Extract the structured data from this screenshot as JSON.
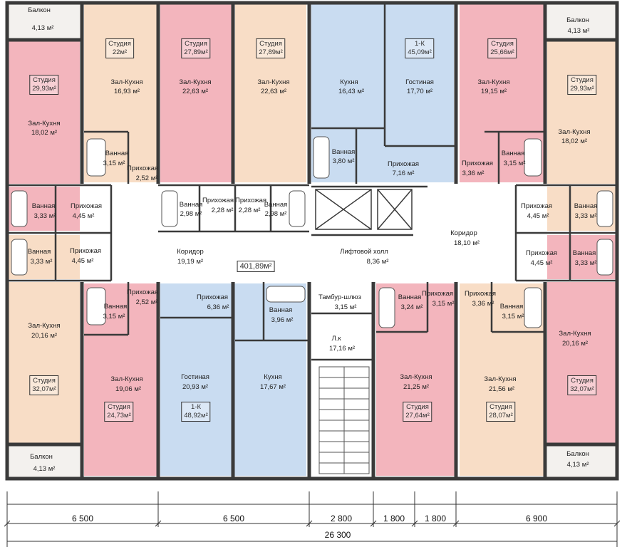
{
  "colors": {
    "studio_pink": "#f3b5bd",
    "studio_peach": "#f8ddc6",
    "one_room_blue": "#c9dcf1",
    "common_white": "#ffffff",
    "balcony_gray": "#f3f1ee",
    "wall": "#3a3a3a"
  },
  "total_area": "401,89м²",
  "rooms": [
    {
      "name": "Балкон",
      "area": "4,13 м²"
    },
    {
      "name": "Студия",
      "area": "29,93м²"
    },
    {
      "name": "Зал-Кухня",
      "area": "18,02 м²"
    },
    {
      "name": "Студия",
      "area": "22м²"
    },
    {
      "name": "Зал-Кухня",
      "area": "16,93 м²"
    },
    {
      "name": "Ванная",
      "area": "3,15 м²"
    },
    {
      "name": "Прихожая",
      "area": "2,52 м²"
    },
    {
      "name": "Студия",
      "area": "27,89м²"
    },
    {
      "name": "Зал-Кухня",
      "area": "22,63 м²"
    },
    {
      "name": "Студия",
      "area": "27,89м²"
    },
    {
      "name": "Зал-Кухня",
      "area": "22,63 м²"
    },
    {
      "name": "Кухня",
      "area": "16,43 м²"
    },
    {
      "name": "1-К",
      "area": "45,09м²"
    },
    {
      "name": "Гостиная",
      "area": "17,70 м²"
    },
    {
      "name": "Ванная",
      "area": "3,80 м²"
    },
    {
      "name": "Прихожая",
      "area": "7,16 м²"
    },
    {
      "name": "Студия",
      "area": "25,66м²"
    },
    {
      "name": "Зал-Кухня",
      "area": "19,15 м²"
    },
    {
      "name": "Ванная",
      "area": "3,15 м²"
    },
    {
      "name": "Прихожая",
      "area": "3,36 м²"
    },
    {
      "name": "Балкон",
      "area": "4,13 м²"
    },
    {
      "name": "Студия",
      "area": "29,93м²"
    },
    {
      "name": "Зал-Кухня",
      "area": "18,02 м²"
    },
    {
      "name": "Ванная",
      "area": "3,33 м²"
    },
    {
      "name": "Прихожая",
      "area": "4,45 м²"
    },
    {
      "name": "Ванная",
      "area": "2,98 м²"
    },
    {
      "name": "Прихожая",
      "area": "2,28 м²"
    },
    {
      "name": "Прихожая",
      "area": "2,28 м²"
    },
    {
      "name": "Ванная",
      "area": "2,98 м²"
    },
    {
      "name": "Прихожая",
      "area": "4,45 м²"
    },
    {
      "name": "Ванная",
      "area": "3,33 м²"
    },
    {
      "name": "Ванная",
      "area": "3,33 м²"
    },
    {
      "name": "Прихожая",
      "area": "4,45 м²"
    },
    {
      "name": "Коридор",
      "area": "19,19 м²"
    },
    {
      "name": "Лифтовой холл",
      "area": "8,36 м²"
    },
    {
      "name": "Коридор",
      "area": "18,10 м²"
    },
    {
      "name": "Прихожая",
      "area": "4,45 м²"
    },
    {
      "name": "Ванная",
      "area": "3,33 м²"
    },
    {
      "name": "Прихожая",
      "area": "2,52 м²"
    },
    {
      "name": "Ванная",
      "area": "3,15 м²"
    },
    {
      "name": "Прихожая",
      "area": "6,36 м²"
    },
    {
      "name": "Ванная",
      "area": "3,96 м²"
    },
    {
      "name": "Тамбур-шлюз",
      "area": "3,15 м²"
    },
    {
      "name": "Ванная",
      "area": "3,24 м²"
    },
    {
      "name": "Прихожая",
      "area": "3,15 м²"
    },
    {
      "name": "Прихожая",
      "area": "3,36 м²"
    },
    {
      "name": "Ванная",
      "area": "3,15 м²"
    },
    {
      "name": "Зал-Кухня",
      "area": "20,16 м²"
    },
    {
      "name": "Л.к",
      "area": "17,16 м²"
    },
    {
      "name": "Зал-Кухня",
      "area": "20,16 м²"
    },
    {
      "name": "Студия",
      "area": "32,07м²"
    },
    {
      "name": "Зал-Кухня",
      "area": "19,06 м²"
    },
    {
      "name": "Гостиная",
      "area": "20,93 м²"
    },
    {
      "name": "Кухня",
      "area": "17,67 м²"
    },
    {
      "name": "Зал-Кухня",
      "area": "21,25 м²"
    },
    {
      "name": "Зал-Кухня",
      "area": "21,56 м²"
    },
    {
      "name": "Студия",
      "area": "32,07м²"
    },
    {
      "name": "Студия",
      "area": "24,73м²"
    },
    {
      "name": "1-К",
      "area": "48,92м²"
    },
    {
      "name": "Студия",
      "area": "27,64м²"
    },
    {
      "name": "Студия",
      "area": "28,07м²"
    },
    {
      "name": "Балкон",
      "area": "4,13 м²"
    },
    {
      "name": "Балкон",
      "area": "4,13 м²"
    }
  ],
  "dimensions": {
    "segments": [
      "6 500",
      "6 500",
      "2 800",
      "1 800",
      "1 800",
      "6 900"
    ],
    "total": "26 300"
  }
}
